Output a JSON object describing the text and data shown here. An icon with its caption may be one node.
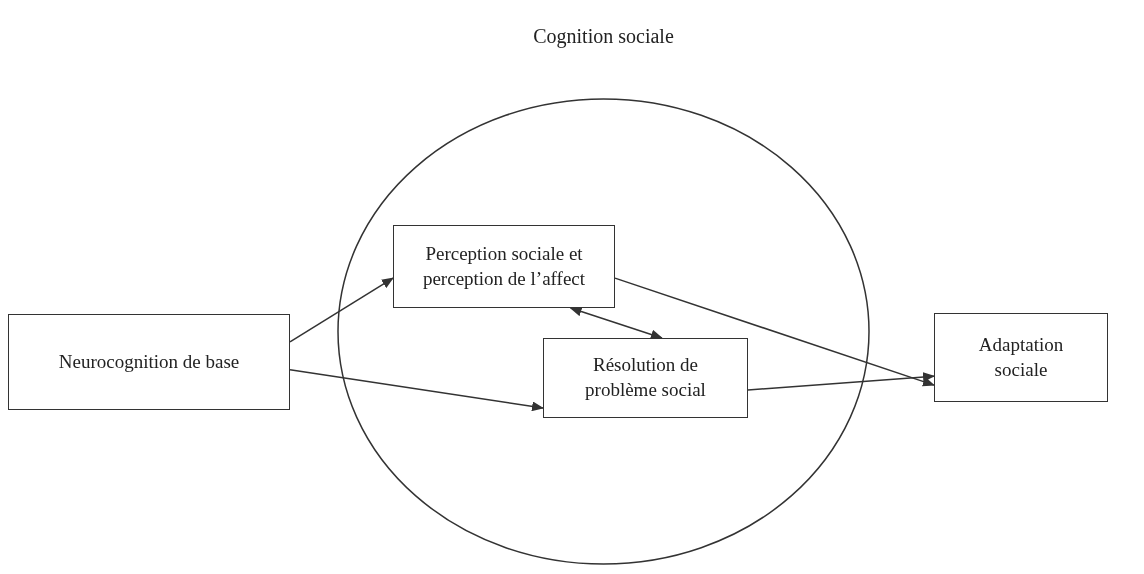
{
  "diagram": {
    "nodes": [
      {
        "text": [
          "Cognition sociale"
        ]
      },
      {
        "text": [
          "Neurocognition de base"
        ]
      },
      {
        "text": [
          "Perception sociale et perception de l’affect"
        ],
        "in": 0
      },
      {
        "text": [
          "Résolution de problème social"
        ],
        "in": 0
      },
      {
        "text": [
          "Adaptation sociale"
        ]
      }
    ],
    "edges": [
      {
        "from": 1,
        "to": 2,
        "arrow": "to"
      },
      {
        "from": 1,
        "to": 3,
        "arrow": "to"
      },
      {
        "from": 2,
        "to": 4,
        "arrow": "to"
      },
      {
        "from": 3,
        "to": 4,
        "arrow": "to"
      },
      {
        "from": 2,
        "to": 3,
        "arrow": "both"
      }
    ]
  }
}
